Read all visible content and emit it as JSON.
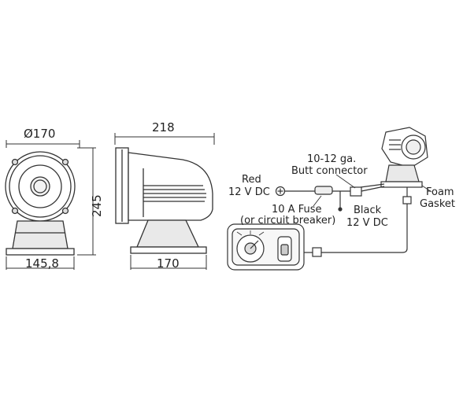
{
  "dimensions": {
    "diameter": "Ø170",
    "height": "245",
    "base_width": "145,8",
    "length": "218",
    "side_base_width": "170"
  },
  "labels": {
    "red_line1": "Red",
    "red_line2": "12 V DC",
    "wire_line1": "10-12 ga.",
    "wire_line2": "Butt connector",
    "fuse_line1": "10 A Fuse",
    "fuse_line2": "(or circuit breaker)",
    "black_line1": "Black",
    "black_line2": "12 V DC",
    "gasket_line1": "Foam",
    "gasket_line2": "Gasket"
  }
}
